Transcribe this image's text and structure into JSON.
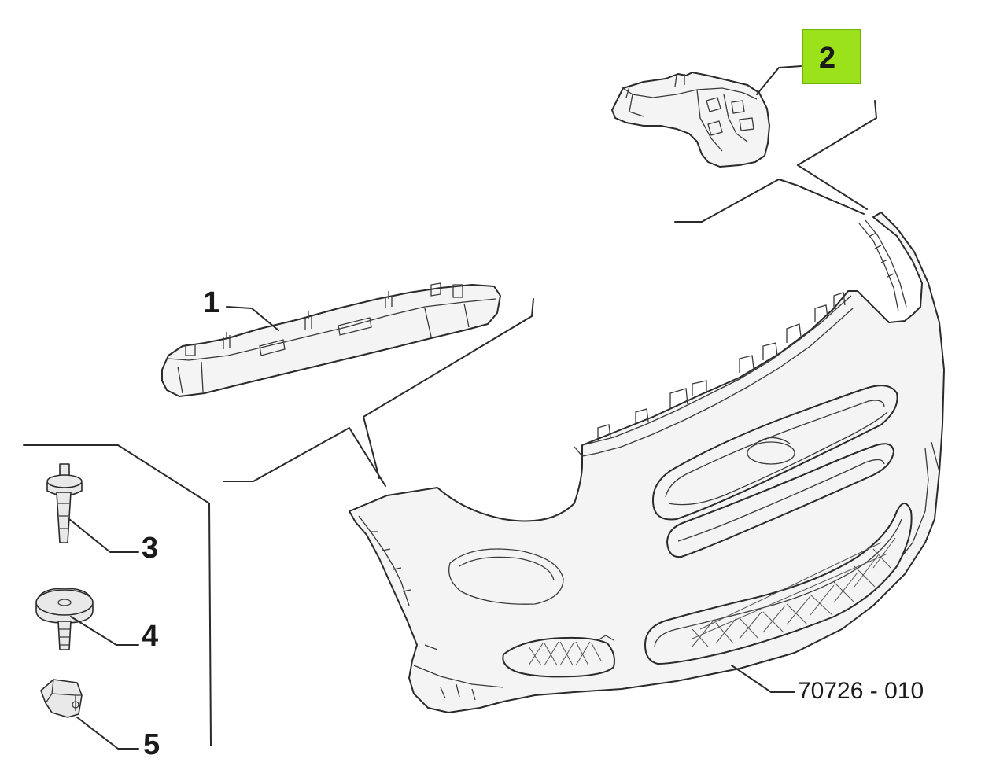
{
  "diagram": {
    "callouts": [
      {
        "id": "1",
        "label": "1"
      },
      {
        "id": "2",
        "label": "2",
        "highlighted": true
      },
      {
        "id": "3",
        "label": "3"
      },
      {
        "id": "4",
        "label": "4"
      },
      {
        "id": "5",
        "label": "5"
      }
    ],
    "part_code": "70726 - 010",
    "colors": {
      "highlight": "#9be21a",
      "line": "#2a2a2a",
      "part_fill": "#f4f4f4"
    },
    "icons": {
      "bracket_center": "bumper-center-bracket",
      "bracket_side": "bumper-side-bracket",
      "rivet": "rivet",
      "screw": "screw",
      "clip": "clip",
      "bumper": "front-bumper"
    }
  }
}
